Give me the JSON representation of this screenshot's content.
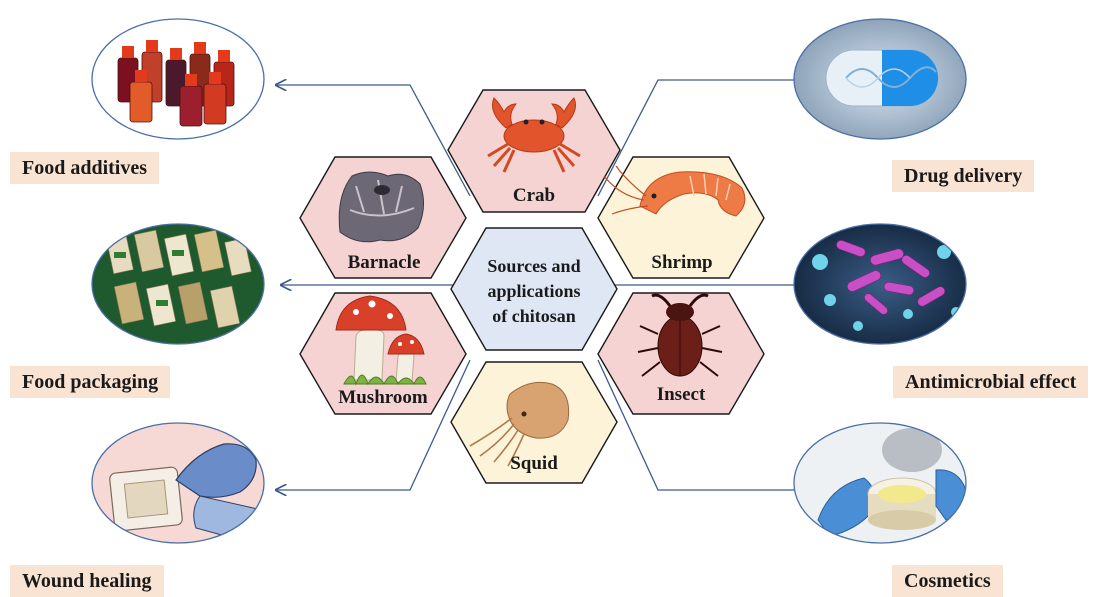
{
  "center": {
    "lines": [
      "Sources and",
      "applications",
      "of chitosan"
    ]
  },
  "sources": [
    {
      "label": "Crab",
      "icon": "crab-icon",
      "fill": "#f6d3d3"
    },
    {
      "label": "Barnacle",
      "icon": "barnacle-icon",
      "fill": "#f6d3d3"
    },
    {
      "label": "Shrimp",
      "icon": "shrimp-icon",
      "fill": "#fcf3d9"
    },
    {
      "label": "Mushroom",
      "icon": "mushroom-icon",
      "fill": "#f6d3d3"
    },
    {
      "label": "Insect",
      "icon": "insect-icon",
      "fill": "#f6d3d3"
    },
    {
      "label": "Squid",
      "icon": "squid-icon",
      "fill": "#fcf3d9"
    }
  ],
  "applications": [
    {
      "label": "Food additives",
      "icon": "bottles-icon"
    },
    {
      "label": "Food packaging",
      "icon": "packages-icon"
    },
    {
      "label": "Wound healing",
      "icon": "bandage-icon"
    },
    {
      "label": "Drug delivery",
      "icon": "capsule-icon"
    },
    {
      "label": "Antimicrobial effect",
      "icon": "bacteria-icon"
    },
    {
      "label": "Cosmetics",
      "icon": "cream-jar-icon"
    }
  ],
  "colors": {
    "center_fill": "#dfe7f5",
    "hex_stroke": "#1a1a1a",
    "arrow": "#3d5a8c",
    "label_bg": "#f9e3d2",
    "ellipse_stroke": "#4a6fa8"
  }
}
